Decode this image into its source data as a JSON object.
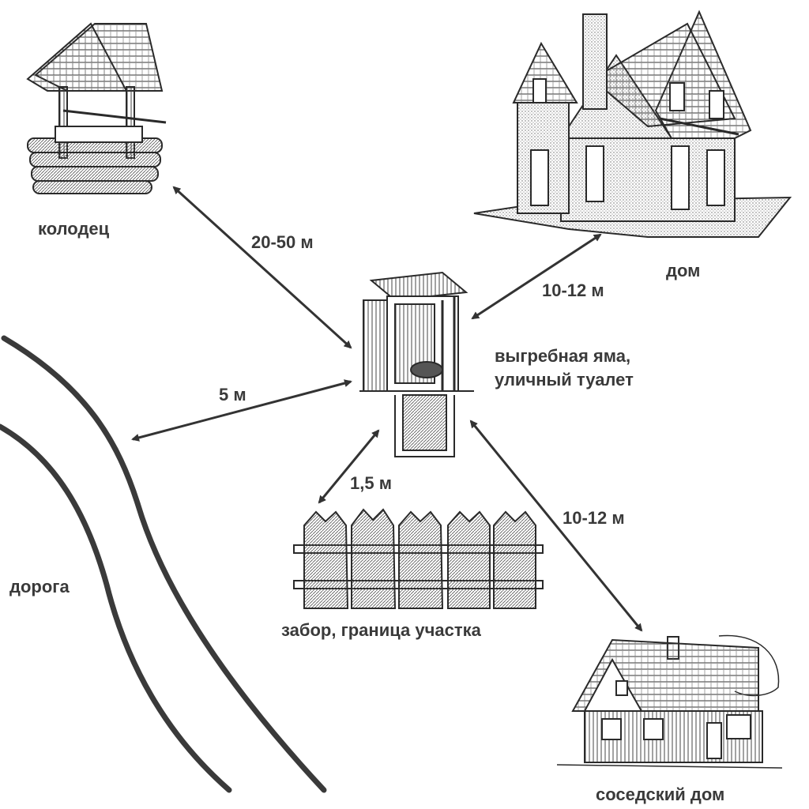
{
  "objects": {
    "well": "колодец",
    "house": "дом",
    "toilet_line1": "выгребная яма,",
    "toilet_line2": "уличный туалет",
    "road": "дорога",
    "fence": "забор, граница участка",
    "neighbor_house": "соседский дом"
  },
  "distances": {
    "well_to_toilet": "20-50 м",
    "house_to_toilet": "10-12 м",
    "road_to_toilet": "5 м",
    "fence_to_toilet": "1,5 м",
    "neighbor_to_toilet": "10-12 м"
  },
  "colors": {
    "ink": "#3a3a3a",
    "line": "#333333",
    "sketch": "#2a2a2a"
  }
}
